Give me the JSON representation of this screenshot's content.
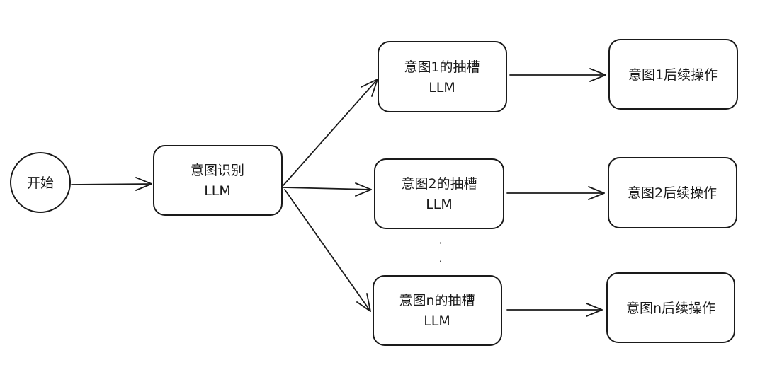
{
  "nodes": {
    "start": {
      "label": "开始"
    },
    "intent_recognition": {
      "line1": "意图识别",
      "line2": "LLM"
    },
    "slot_1": {
      "line1": "意图1的抽槽",
      "line2": "LLM"
    },
    "slot_2": {
      "line1": "意图2的抽槽",
      "line2": "LLM"
    },
    "slot_n": {
      "line1": "意图n的抽槽",
      "line2": "LLM"
    },
    "follow_1": {
      "label": "意图1后续操作"
    },
    "follow_2": {
      "label": "意图2后续操作"
    },
    "follow_n": {
      "label": "意图n后续操作"
    }
  },
  "ellipsis": [
    "·",
    "·"
  ],
  "colors": {
    "stroke": "#1a1a1a",
    "background": "#ffffff",
    "text": "#1a1a1a"
  }
}
